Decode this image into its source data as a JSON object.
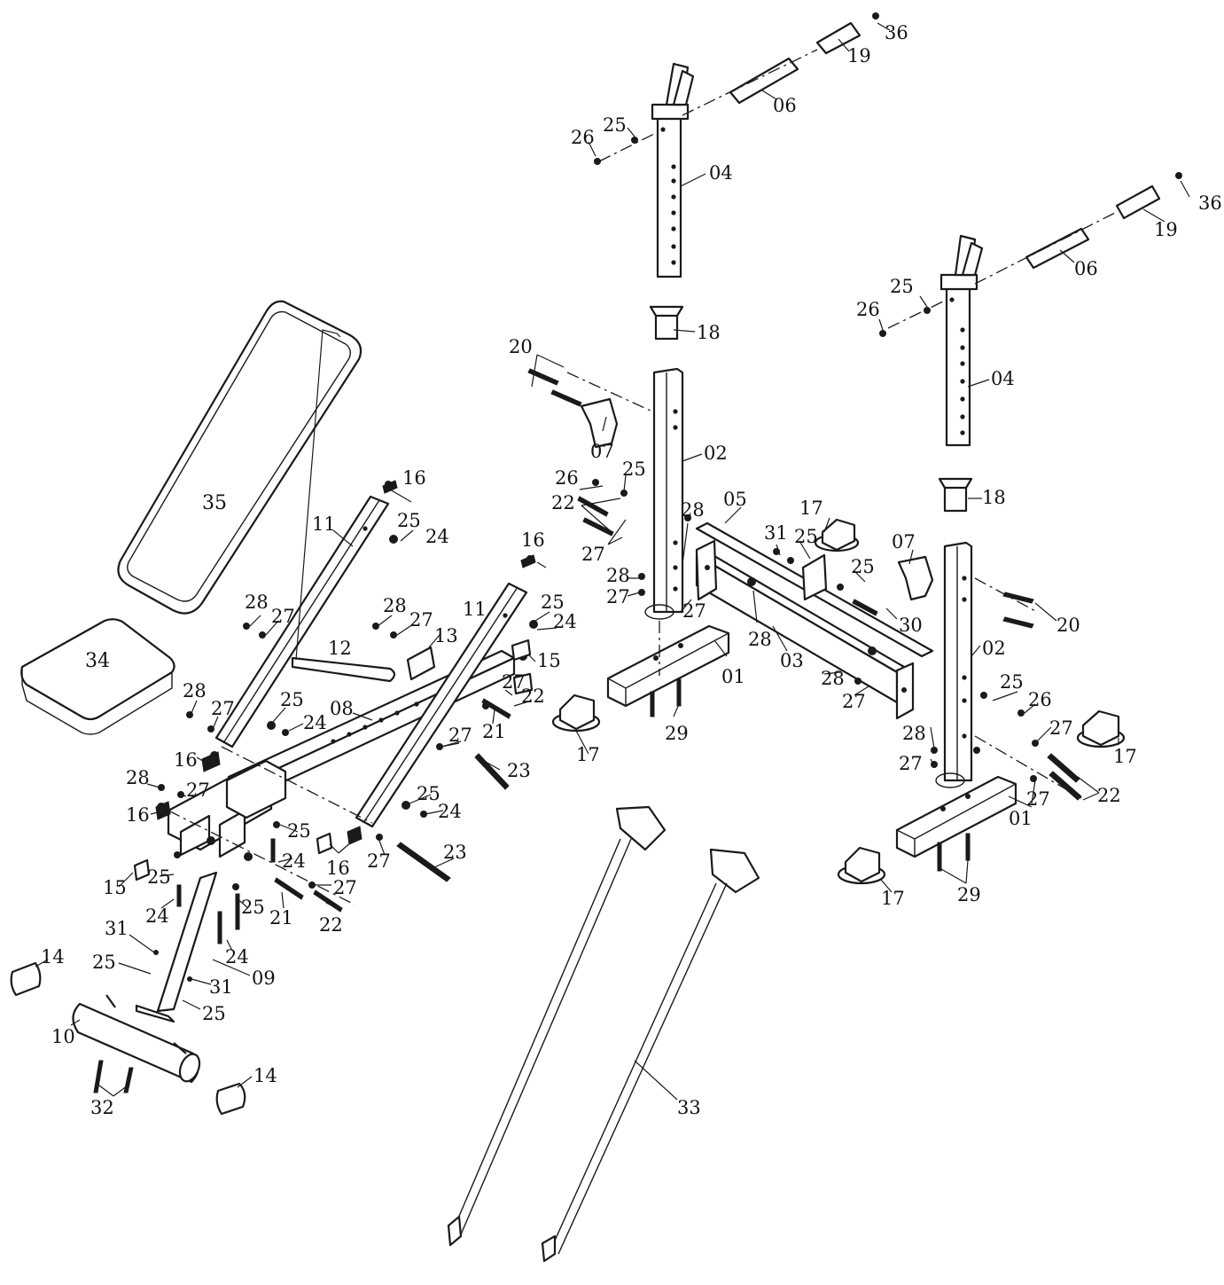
{
  "diagram": {
    "type": "exploded-assembly",
    "parts": {
      "p01": "01",
      "p02": "02",
      "p03": "03",
      "p04": "04",
      "p05": "05",
      "p06": "06",
      "p07": "07",
      "p08": "08",
      "p09": "09",
      "p10": "10",
      "p11": "11",
      "p12": "12",
      "p13": "13",
      "p14": "14",
      "p15": "15",
      "p16": "16",
      "p17": "17",
      "p18": "18",
      "p19": "19",
      "p20": "20",
      "p21": "21",
      "p22": "22",
      "p23": "23",
      "p24": "24",
      "p25": "25",
      "p26": "26",
      "p27": "27",
      "p28": "28",
      "p29": "29",
      "p30": "30",
      "p31": "31",
      "p32": "32",
      "p33": "33",
      "p34": "34",
      "p35": "35",
      "p36": "36"
    }
  }
}
